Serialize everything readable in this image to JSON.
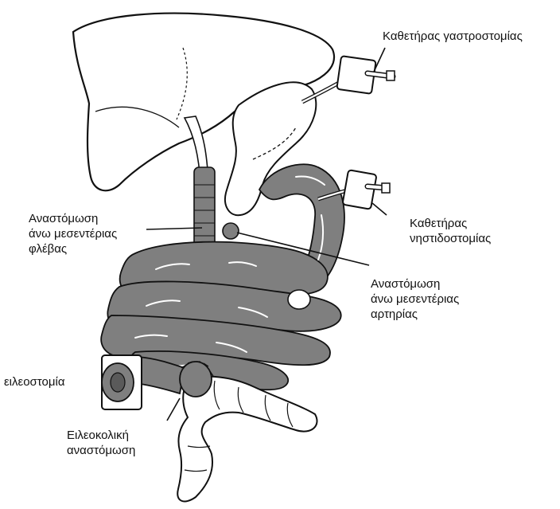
{
  "labels": {
    "gastrostomy_catheter": [
      "Καθετήρας γαστροστομίας"
    ],
    "jejunostomy_catheter": [
      "Καθετήρας",
      "νηστιδοστομίας"
    ],
    "smv_anastomosis": [
      "Αναστόμωση",
      "άνω μεσεντέριας",
      "φλέβας"
    ],
    "sma_anastomosis": [
      "Αναστόμωση",
      "άνω μεσεντέριας",
      "αρτηρίας"
    ],
    "ileostomy": [
      "ειλεοστομία"
    ],
    "ileocolic_anastomosis": [
      "Ειλεοκολική",
      "αναστόμωση"
    ]
  },
  "colors": {
    "bowel_fill": "#7f7f7f",
    "organ_fill": "#ffffff",
    "ink": "#111111"
  }
}
